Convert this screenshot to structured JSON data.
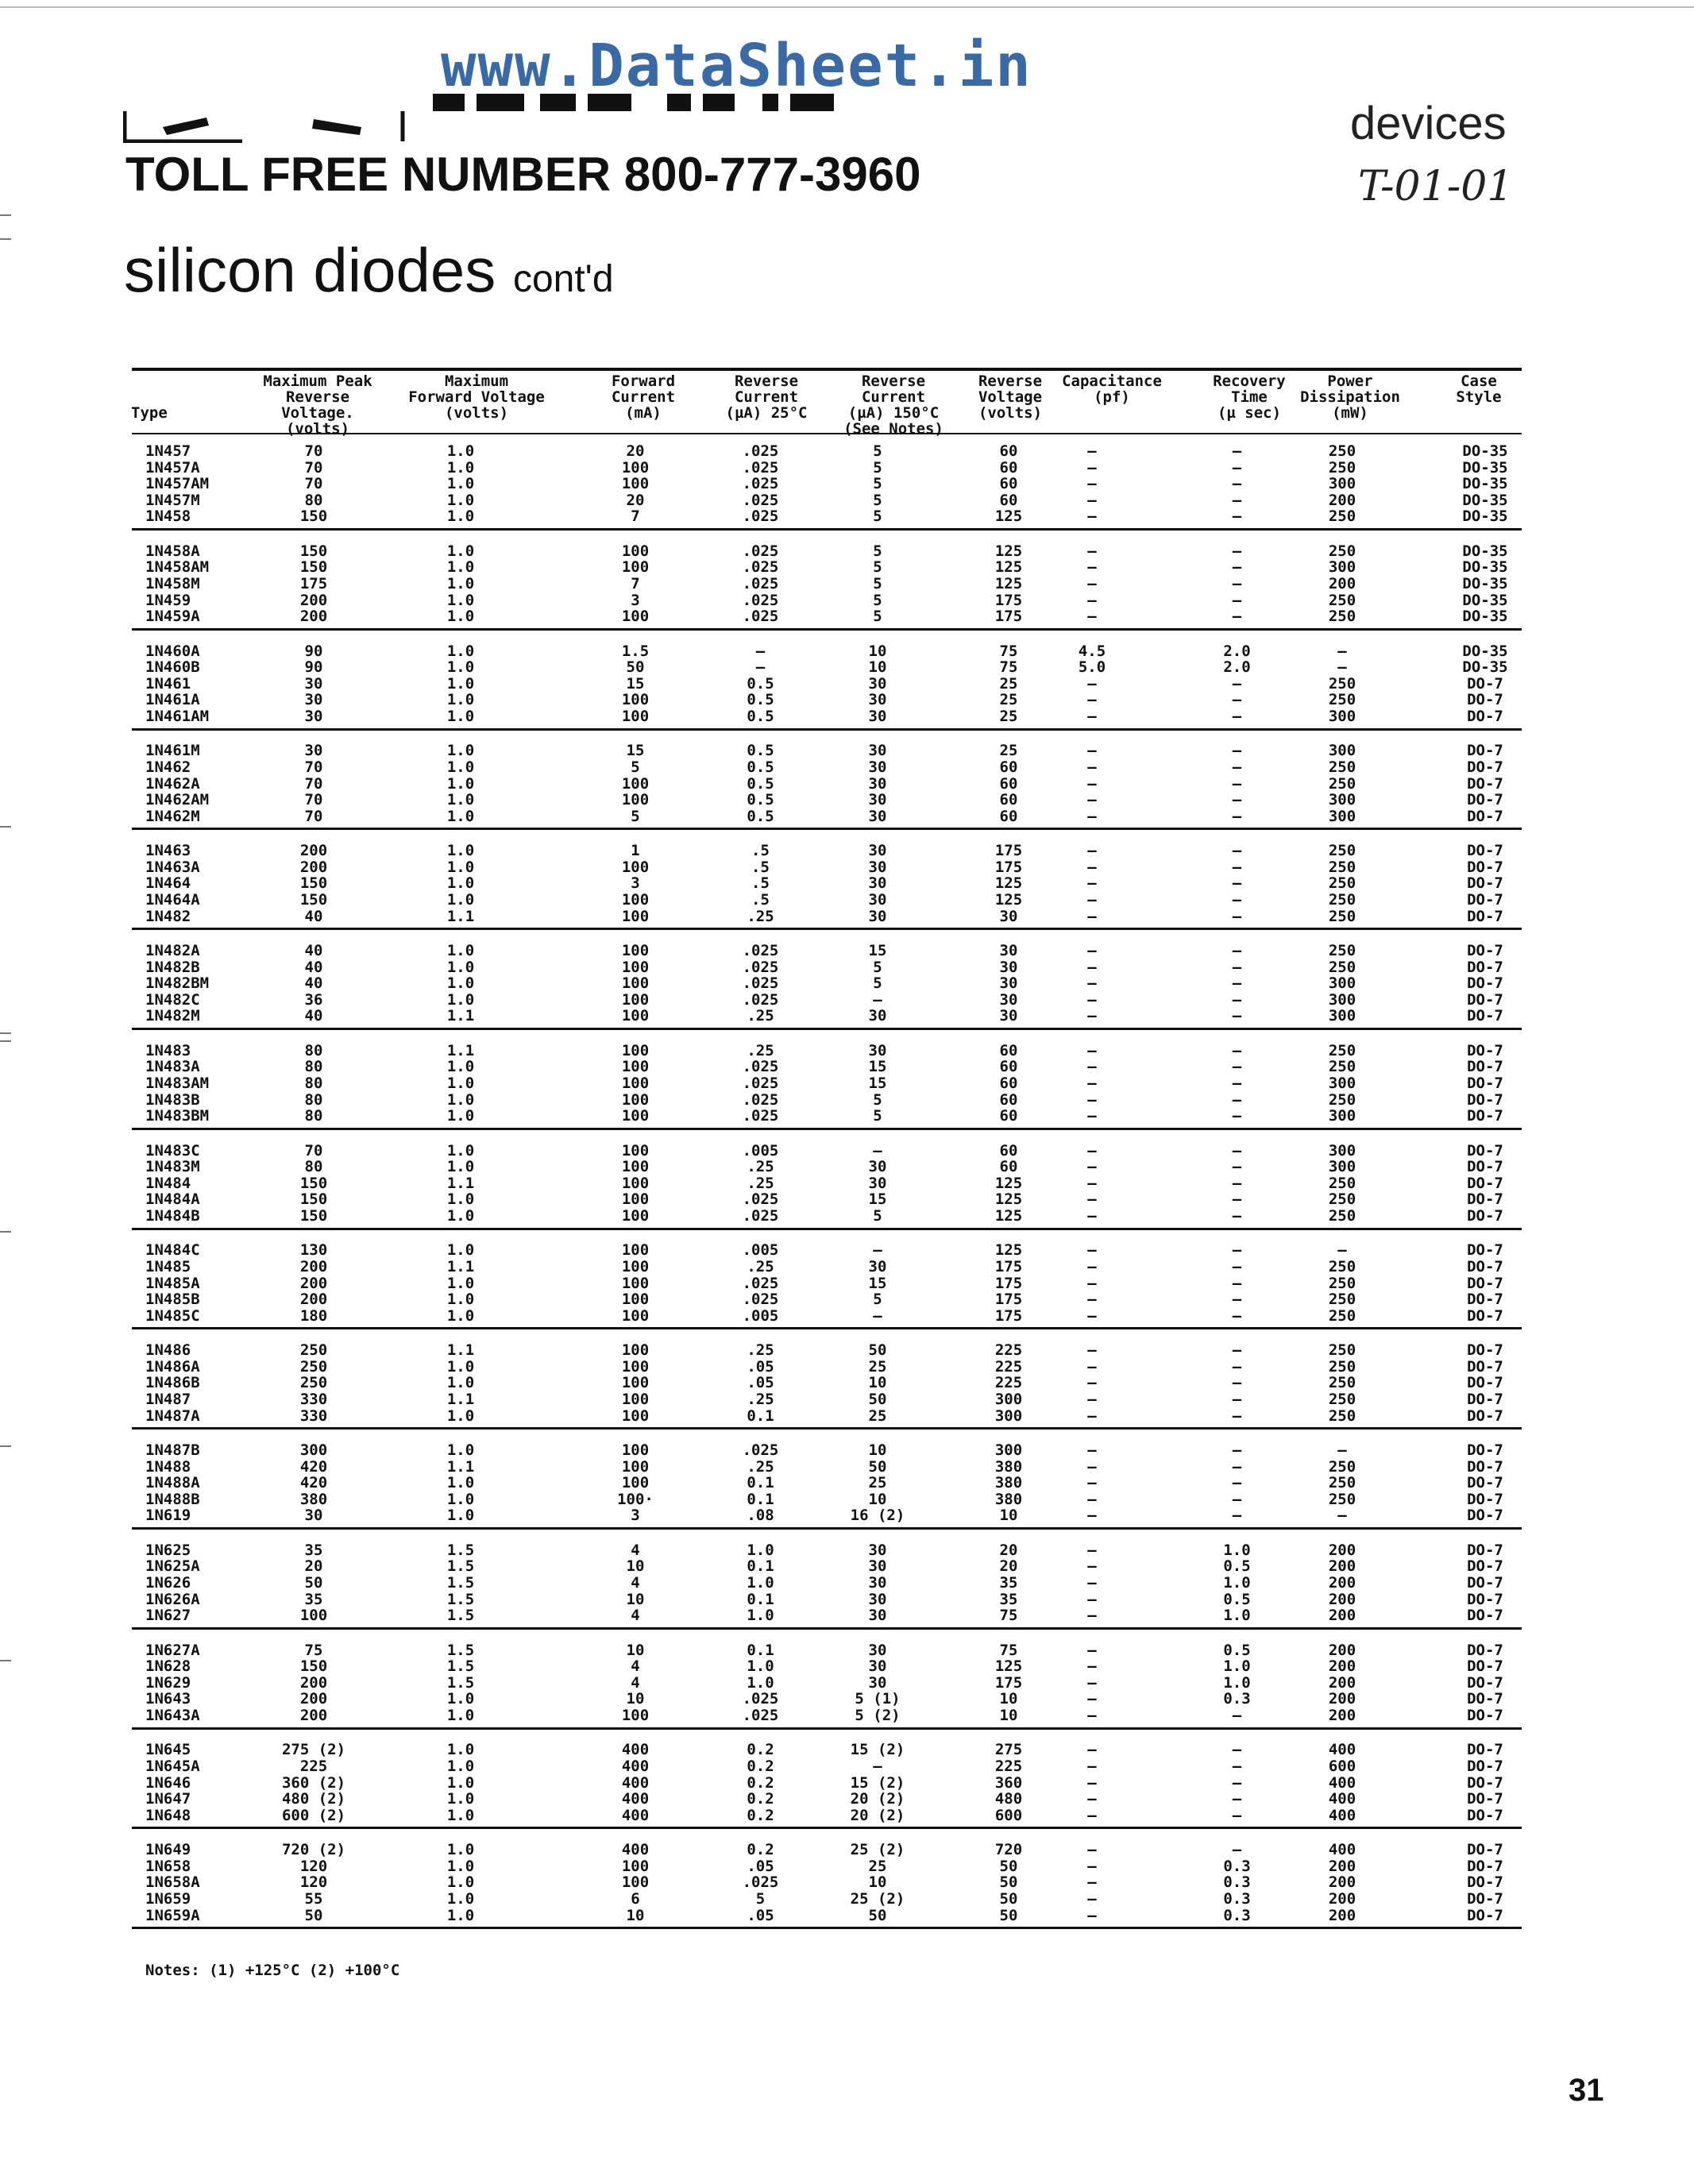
{
  "watermark": "www.DataSheet.in",
  "header": {
    "category": "devices",
    "handwritten_ref": "T-01-01",
    "toll_free": "TOLL FREE NUMBER 800-777-3960"
  },
  "title": {
    "main": "silicon diodes",
    "suffix": "cont'd"
  },
  "table": {
    "columns": [
      "Type",
      "Maximum Peak\nReverse Voltage.\n(volts)",
      "Maximum\nForward Voltage\n(volts)",
      "Forward\nCurrent\n(mA)",
      "Reverse\nCurrent\n(µA) 25°C",
      "Reverse Current\n(µA) 150°C\n(See Notes)",
      "Reverse\nVoltage\n(volts)",
      "Capacitance\n(pf)",
      "Recovery\nTime\n(µ sec)",
      "Power\nDissipation\n(mW)",
      "Case\nStyle"
    ],
    "groups": [
      [
        [
          "1N457",
          "70",
          "1.0",
          "20",
          ".025",
          "5",
          "60",
          "—",
          "—",
          "250",
          "DO-35"
        ],
        [
          "1N457A",
          "70",
          "1.0",
          "100",
          ".025",
          "5",
          "60",
          "—",
          "—",
          "250",
          "DO-35"
        ],
        [
          "1N457AM",
          "70",
          "1.0",
          "100",
          ".025",
          "5",
          "60",
          "—",
          "—",
          "300",
          "DO-35"
        ],
        [
          "1N457M",
          "80",
          "1.0",
          "20",
          ".025",
          "5",
          "60",
          "—",
          "—",
          "200",
          "DO-35"
        ],
        [
          "1N458",
          "150",
          "1.0",
          "7",
          ".025",
          "5",
          "125",
          "—",
          "—",
          "250",
          "DO-35"
        ]
      ],
      [
        [
          "1N458A",
          "150",
          "1.0",
          "100",
          ".025",
          "5",
          "125",
          "—",
          "—",
          "250",
          "DO-35"
        ],
        [
          "1N458AM",
          "150",
          "1.0",
          "100",
          ".025",
          "5",
          "125",
          "—",
          "—",
          "300",
          "DO-35"
        ],
        [
          "1N458M",
          "175",
          "1.0",
          "7",
          ".025",
          "5",
          "125",
          "—",
          "—",
          "200",
          "DO-35"
        ],
        [
          "1N459",
          "200",
          "1.0",
          "3",
          ".025",
          "5",
          "175",
          "—",
          "—",
          "250",
          "DO-35"
        ],
        [
          "1N459A",
          "200",
          "1.0",
          "100",
          ".025",
          "5",
          "175",
          "—",
          "—",
          "250",
          "DO-35"
        ]
      ],
      [
        [
          "1N460A",
          "90",
          "1.0",
          "1.5",
          "—",
          "10",
          "75",
          "4.5",
          "2.0",
          "—",
          "DO-35"
        ],
        [
          "1N460B",
          "90",
          "1.0",
          "50",
          "—",
          "10",
          "75",
          "5.0",
          "2.0",
          "—",
          "DO-35"
        ],
        [
          "1N461",
          "30",
          "1.0",
          "15",
          "0.5",
          "30",
          "25",
          "—",
          "—",
          "250",
          "DO-7"
        ],
        [
          "1N461A",
          "30",
          "1.0",
          "100",
          "0.5",
          "30",
          "25",
          "—",
          "—",
          "250",
          "DO-7"
        ],
        [
          "1N461AM",
          "30",
          "1.0",
          "100",
          "0.5",
          "30",
          "25",
          "—",
          "—",
          "300",
          "DO-7"
        ]
      ],
      [
        [
          "1N461M",
          "30",
          "1.0",
          "15",
          "0.5",
          "30",
          "25",
          "—",
          "—",
          "300",
          "DO-7"
        ],
        [
          "1N462",
          "70",
          "1.0",
          "5",
          "0.5",
          "30",
          "60",
          "—",
          "—",
          "250",
          "DO-7"
        ],
        [
          "1N462A",
          "70",
          "1.0",
          "100",
          "0.5",
          "30",
          "60",
          "—",
          "—",
          "250",
          "DO-7"
        ],
        [
          "1N462AM",
          "70",
          "1.0",
          "100",
          "0.5",
          "30",
          "60",
          "—",
          "—",
          "300",
          "DO-7"
        ],
        [
          "1N462M",
          "70",
          "1.0",
          "5",
          "0.5",
          "30",
          "60",
          "—",
          "—",
          "300",
          "DO-7"
        ]
      ],
      [
        [
          "1N463",
          "200",
          "1.0",
          "1",
          ".5",
          "30",
          "175",
          "—",
          "—",
          "250",
          "DO-7"
        ],
        [
          "1N463A",
          "200",
          "1.0",
          "100",
          ".5",
          "30",
          "175",
          "—",
          "—",
          "250",
          "DO-7"
        ],
        [
          "1N464",
          "150",
          "1.0",
          "3",
          ".5",
          "30",
          "125",
          "—",
          "—",
          "250",
          "DO-7"
        ],
        [
          "1N464A",
          "150",
          "1.0",
          "100",
          ".5",
          "30",
          "125",
          "—",
          "—",
          "250",
          "DO-7"
        ],
        [
          "1N482",
          "40",
          "1.1",
          "100",
          ".25",
          "30",
          "30",
          "—",
          "—",
          "250",
          "DO-7"
        ]
      ],
      [
        [
          "1N482A",
          "40",
          "1.0",
          "100",
          ".025",
          "15",
          "30",
          "—",
          "—",
          "250",
          "DO-7"
        ],
        [
          "1N482B",
          "40",
          "1.0",
          "100",
          ".025",
          "5",
          "30",
          "—",
          "—",
          "250",
          "DO-7"
        ],
        [
          "1N482BM",
          "40",
          "1.0",
          "100",
          ".025",
          "5",
          "30",
          "—",
          "—",
          "300",
          "DO-7"
        ],
        [
          "1N482C",
          "36",
          "1.0",
          "100",
          ".025",
          "—",
          "30",
          "—",
          "—",
          "300",
          "DO-7"
        ],
        [
          "1N482M",
          "40",
          "1.1",
          "100",
          ".25",
          "30",
          "30",
          "—",
          "—",
          "300",
          "DO-7"
        ]
      ],
      [
        [
          "1N483",
          "80",
          "1.1",
          "100",
          ".25",
          "30",
          "60",
          "—",
          "—",
          "250",
          "DO-7"
        ],
        [
          "1N483A",
          "80",
          "1.0",
          "100",
          ".025",
          "15",
          "60",
          "—",
          "—",
          "250",
          "DO-7"
        ],
        [
          "1N483AM",
          "80",
          "1.0",
          "100",
          ".025",
          "15",
          "60",
          "—",
          "—",
          "300",
          "DO-7"
        ],
        [
          "1N483B",
          "80",
          "1.0",
          "100",
          ".025",
          "5",
          "60",
          "—",
          "—",
          "250",
          "DO-7"
        ],
        [
          "1N483BM",
          "80",
          "1.0",
          "100",
          ".025",
          "5",
          "60",
          "—",
          "—",
          "300",
          "DO-7"
        ]
      ],
      [
        [
          "1N483C",
          "70",
          "1.0",
          "100",
          ".005",
          "—",
          "60",
          "—",
          "—",
          "300",
          "DO-7"
        ],
        [
          "1N483M",
          "80",
          "1.0",
          "100",
          ".25",
          "30",
          "60",
          "—",
          "—",
          "300",
          "DO-7"
        ],
        [
          "1N484",
          "150",
          "1.1",
          "100",
          ".25",
          "30",
          "125",
          "—",
          "—",
          "250",
          "DO-7"
        ],
        [
          "1N484A",
          "150",
          "1.0",
          "100",
          ".025",
          "15",
          "125",
          "—",
          "—",
          "250",
          "DO-7"
        ],
        [
          "1N484B",
          "150",
          "1.0",
          "100",
          ".025",
          "5",
          "125",
          "—",
          "—",
          "250",
          "DO-7"
        ]
      ],
      [
        [
          "1N484C",
          "130",
          "1.0",
          "100",
          ".005",
          "—",
          "125",
          "—",
          "—",
          "—",
          "DO-7"
        ],
        [
          "1N485",
          "200",
          "1.1",
          "100",
          ".25",
          "30",
          "175",
          "—",
          "—",
          "250",
          "DO-7"
        ],
        [
          "1N485A",
          "200",
          "1.0",
          "100",
          ".025",
          "15",
          "175",
          "—",
          "—",
          "250",
          "DO-7"
        ],
        [
          "1N485B",
          "200",
          "1.0",
          "100",
          ".025",
          "5",
          "175",
          "—",
          "—",
          "250",
          "DO-7"
        ],
        [
          "1N485C",
          "180",
          "1.0",
          "100",
          ".005",
          "—",
          "175",
          "—",
          "—",
          "250",
          "DO-7"
        ]
      ],
      [
        [
          "1N486",
          "250",
          "1.1",
          "100",
          ".25",
          "50",
          "225",
          "—",
          "—",
          "250",
          "DO-7"
        ],
        [
          "1N486A",
          "250",
          "1.0",
          "100",
          ".05",
          "25",
          "225",
          "—",
          "—",
          "250",
          "DO-7"
        ],
        [
          "1N486B",
          "250",
          "1.0",
          "100",
          ".05",
          "10",
          "225",
          "—",
          "—",
          "250",
          "DO-7"
        ],
        [
          "1N487",
          "330",
          "1.1",
          "100",
          ".25",
          "50",
          "300",
          "—",
          "—",
          "250",
          "DO-7"
        ],
        [
          "1N487A",
          "330",
          "1.0",
          "100",
          "0.1",
          "25",
          "300",
          "—",
          "—",
          "250",
          "DO-7"
        ]
      ],
      [
        [
          "1N487B",
          "300",
          "1.0",
          "100",
          ".025",
          "10",
          "300",
          "—",
          "—",
          "—",
          "DO-7"
        ],
        [
          "1N488",
          "420",
          "1.1",
          "100",
          ".25",
          "50",
          "380",
          "—",
          "—",
          "250",
          "DO-7"
        ],
        [
          "1N488A",
          "420",
          "1.0",
          "100",
          "0.1",
          "25",
          "380",
          "—",
          "—",
          "250",
          "DO-7"
        ],
        [
          "1N488B",
          "380",
          "1.0",
          "100·",
          "0.1",
          "10",
          "380",
          "—",
          "—",
          "250",
          "DO-7"
        ],
        [
          "1N619",
          "30",
          "1.0",
          "3",
          ".08",
          "16 (2)",
          "10",
          "—",
          "—",
          "—",
          "DO-7"
        ]
      ],
      [
        [
          "1N625",
          "35",
          "1.5",
          "4",
          "1.0",
          "30",
          "20",
          "—",
          "1.0",
          "200",
          "DO-7"
        ],
        [
          "1N625A",
          "20",
          "1.5",
          "10",
          "0.1",
          "30",
          "20",
          "—",
          "0.5",
          "200",
          "DO-7"
        ],
        [
          "1N626",
          "50",
          "1.5",
          "4",
          "1.0",
          "30",
          "35",
          "—",
          "1.0",
          "200",
          "DO-7"
        ],
        [
          "1N626A",
          "35",
          "1.5",
          "10",
          "0.1",
          "30",
          "35",
          "—",
          "0.5",
          "200",
          "DO-7"
        ],
        [
          "1N627",
          "100",
          "1.5",
          "4",
          "1.0",
          "30",
          "75",
          "—",
          "1.0",
          "200",
          "DO-7"
        ]
      ],
      [
        [
          "1N627A",
          "75",
          "1.5",
          "10",
          "0.1",
          "30",
          "75",
          "—",
          "0.5",
          "200",
          "DO-7"
        ],
        [
          "1N628",
          "150",
          "1.5",
          "4",
          "1.0",
          "30",
          "125",
          "—",
          "1.0",
          "200",
          "DO-7"
        ],
        [
          "1N629",
          "200",
          "1.5",
          "4",
          "1.0",
          "30",
          "175",
          "—",
          "1.0",
          "200",
          "DO-7"
        ],
        [
          "1N643",
          "200",
          "1.0",
          "10",
          ".025",
          "5 (1)",
          "10",
          "—",
          "0.3",
          "200",
          "DO-7"
        ],
        [
          "1N643A",
          "200",
          "1.0",
          "100",
          ".025",
          "5 (2)",
          "10",
          "—",
          "—",
          "200",
          "DO-7"
        ]
      ],
      [
        [
          "1N645",
          "275 (2)",
          "1.0",
          "400",
          "0.2",
          "15 (2)",
          "275",
          "—",
          "—",
          "400",
          "DO-7"
        ],
        [
          "1N645A",
          "225",
          "1.0",
          "400",
          "0.2",
          "—",
          "225",
          "—",
          "—",
          "600",
          "DO-7"
        ],
        [
          "1N646",
          "360 (2)",
          "1.0",
          "400",
          "0.2",
          "15 (2)",
          "360",
          "—",
          "—",
          "400",
          "DO-7"
        ],
        [
          "1N647",
          "480 (2)",
          "1.0",
          "400",
          "0.2",
          "20 (2)",
          "480",
          "—",
          "—",
          "400",
          "DO-7"
        ],
        [
          "1N648",
          "600 (2)",
          "1.0",
          "400",
          "0.2",
          "20 (2)",
          "600",
          "—",
          "—",
          "400",
          "DO-7"
        ]
      ],
      [
        [
          "1N649",
          "720 (2)",
          "1.0",
          "400",
          "0.2",
          "25 (2)",
          "720",
          "—",
          "—",
          "400",
          "DO-7"
        ],
        [
          "1N658",
          "120",
          "1.0",
          "100",
          ".05",
          "25",
          "50",
          "—",
          "0.3",
          "200",
          "DO-7"
        ],
        [
          "1N658A",
          "120",
          "1.0",
          "100",
          ".025",
          "10",
          "50",
          "—",
          "0.3",
          "200",
          "DO-7"
        ],
        [
          "1N659",
          "55",
          "1.0",
          "6",
          "5",
          "25 (2)",
          "50",
          "—",
          "0.3",
          "200",
          "DO-7"
        ],
        [
          "1N659A",
          "50",
          "1.0",
          "10",
          ".05",
          "50",
          "50",
          "—",
          "0.3",
          "200",
          "DO-7"
        ]
      ]
    ]
  },
  "notes": "Notes: (1) +125°C    (2) +100°C",
  "page_number": "31"
}
